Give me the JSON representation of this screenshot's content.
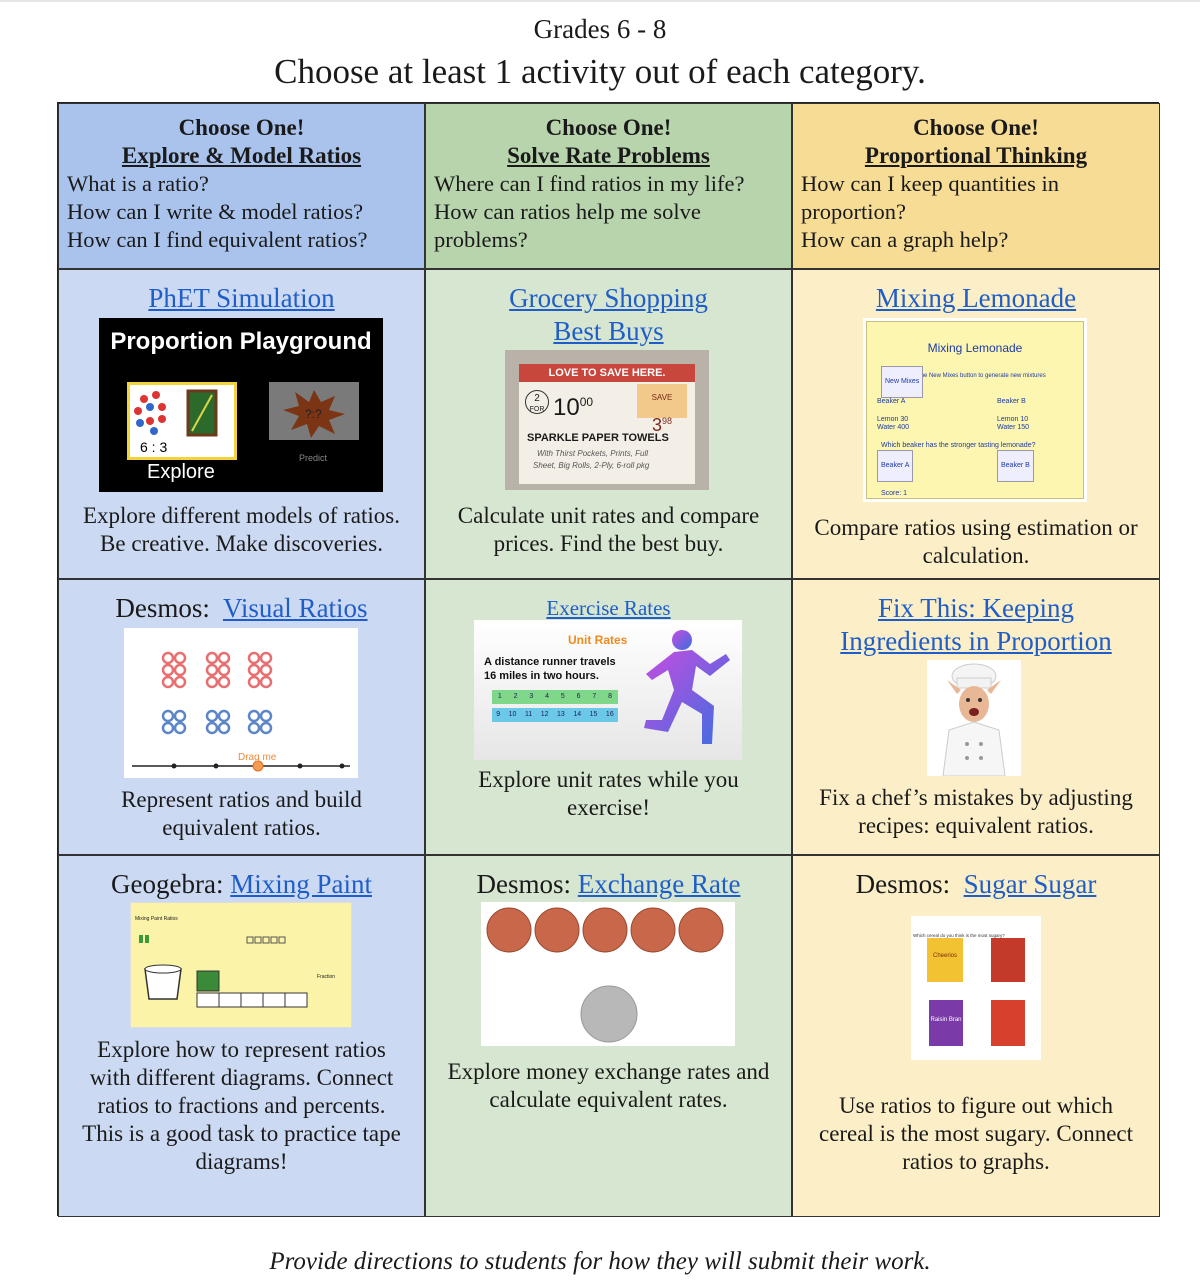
{
  "header": {
    "grade": "Grades 6 - 8",
    "subtitle": "Choose at least 1 activity out of each category."
  },
  "columns": [
    {
      "choose": "Choose One!",
      "category": "Explore & Model Ratios",
      "questions": [
        "What is a ratio?",
        "How can I write & model ratios?",
        "How can I find equivalent ratios?"
      ]
    },
    {
      "choose": "Choose One!",
      "category": "Solve Rate Problems",
      "questions": [
        "Where can I find ratios in my life?",
        "How can ratios help me solve",
        "problems?"
      ]
    },
    {
      "choose": "Choose One!",
      "category": "Proportional Thinking",
      "questions": [
        "How can I keep quantities in",
        "proportion?",
        "How can a graph help?"
      ]
    }
  ],
  "activities": {
    "phet": {
      "link": "PhET Simulation",
      "img_title": "Proportion Playground",
      "img_ratio": "6 : 3",
      "img_explore": "Explore",
      "img_predict": "Predict",
      "desc1": "Explore different models of ratios.",
      "desc2": "Be creative.  Make discoveries."
    },
    "grocery": {
      "link1": "Grocery Shopping",
      "link2": "Best Buys",
      "img_banner": "LOVE TO SAVE HERE.",
      "img_qty": "2",
      "img_for": "FOR",
      "img_price": "10",
      "img_cents": "00",
      "img_save": "SAVE",
      "img_save_amt": "3",
      "img_save_cents": "98",
      "img_product": "SPARKLE PAPER TOWELS",
      "img_detail1": "With Thirst Pockets, Prints, Full",
      "img_detail2": "Sheet, Big Rolls, 2-Ply, 6-roll pkg",
      "desc1": "Calculate unit rates and compare",
      "desc2": "prices.  Find the best buy."
    },
    "lemonade": {
      "link": "Mixing Lemonade",
      "img_title": "Mixing Lemonade",
      "img_sub": "Click the New Mixes button to generate new mixtures",
      "img_new": "New Mixes",
      "img_a": "Beaker A",
      "img_b": "Beaker B",
      "img_a_lemon": "Lemon 30",
      "img_a_water": "Water 400",
      "img_b_lemon": "Lemon 10",
      "img_b_water": "Water 150",
      "img_question": "Which beaker has the stronger tasting lemonade?",
      "img_btn_a": "Beaker A",
      "img_btn_b": "Beaker B",
      "img_score": "Score: 1",
      "desc1": "Compare ratios using estimation or",
      "desc2": "calculation."
    },
    "visual": {
      "prefix": "Desmos:  ",
      "link": "Visual Ratios",
      "img_drag": "Drag me",
      "desc1": "Represent ratios and build",
      "desc2": "equivalent ratios."
    },
    "exercise": {
      "link": "Exercise Rates",
      "img_title": "Unit Rates",
      "img_text1": "A distance runner travels",
      "img_text2": "16 miles in two hours.",
      "img_row1": [
        "1",
        "2",
        "3",
        "4",
        "5",
        "6",
        "7",
        "8"
      ],
      "img_row2": [
        "9",
        "10",
        "11",
        "12",
        "13",
        "14",
        "15",
        "16"
      ],
      "desc1": "Explore unit rates while you",
      "desc2": "exercise!"
    },
    "fixthis": {
      "link1": "Fix This:  Keeping",
      "link2": "Ingredients in Proportion",
      "desc1": "Fix a chef’s mistakes by adjusting",
      "desc2": "recipes:  equivalent ratios."
    },
    "paint": {
      "prefix": "Geogebra: ",
      "link": "Mixing Paint",
      "img_title": "Mixing Paint Ratios",
      "img_fraction": "Fraction",
      "desc": [
        "Explore how to represent ratios",
        "with different diagrams. Connect",
        "ratios to fractions and percents.",
        "This is a good task to practice tape",
        "diagrams!"
      ]
    },
    "exchange": {
      "prefix": "Desmos: ",
      "link": "Exchange Rate",
      "desc1": "Explore money exchange rates and",
      "desc2": "calculate equivalent rates."
    },
    "sugar": {
      "prefix": "Desmos:  ",
      "link": "Sugar Sugar",
      "img_question": "Which cereal do you think is the most sugary?",
      "img_cheerios": "Cheerios",
      "img_raisin": "Raisin Bran",
      "desc1": "Use ratios to figure out which",
      "desc2": "cereal is the most sugary.  Connect",
      "desc3": "ratios to graphs."
    }
  },
  "footer": "Provide directions to students for how they will submit their work.",
  "colors": {
    "blue_header": "#a9c3ed",
    "green_header": "#b7d4ad",
    "yellow_header": "#f7dc95",
    "blue": "#cbd9f2",
    "green": "#d7e6d1",
    "yellow": "#fcefc8",
    "link": "#1f5ec9"
  }
}
